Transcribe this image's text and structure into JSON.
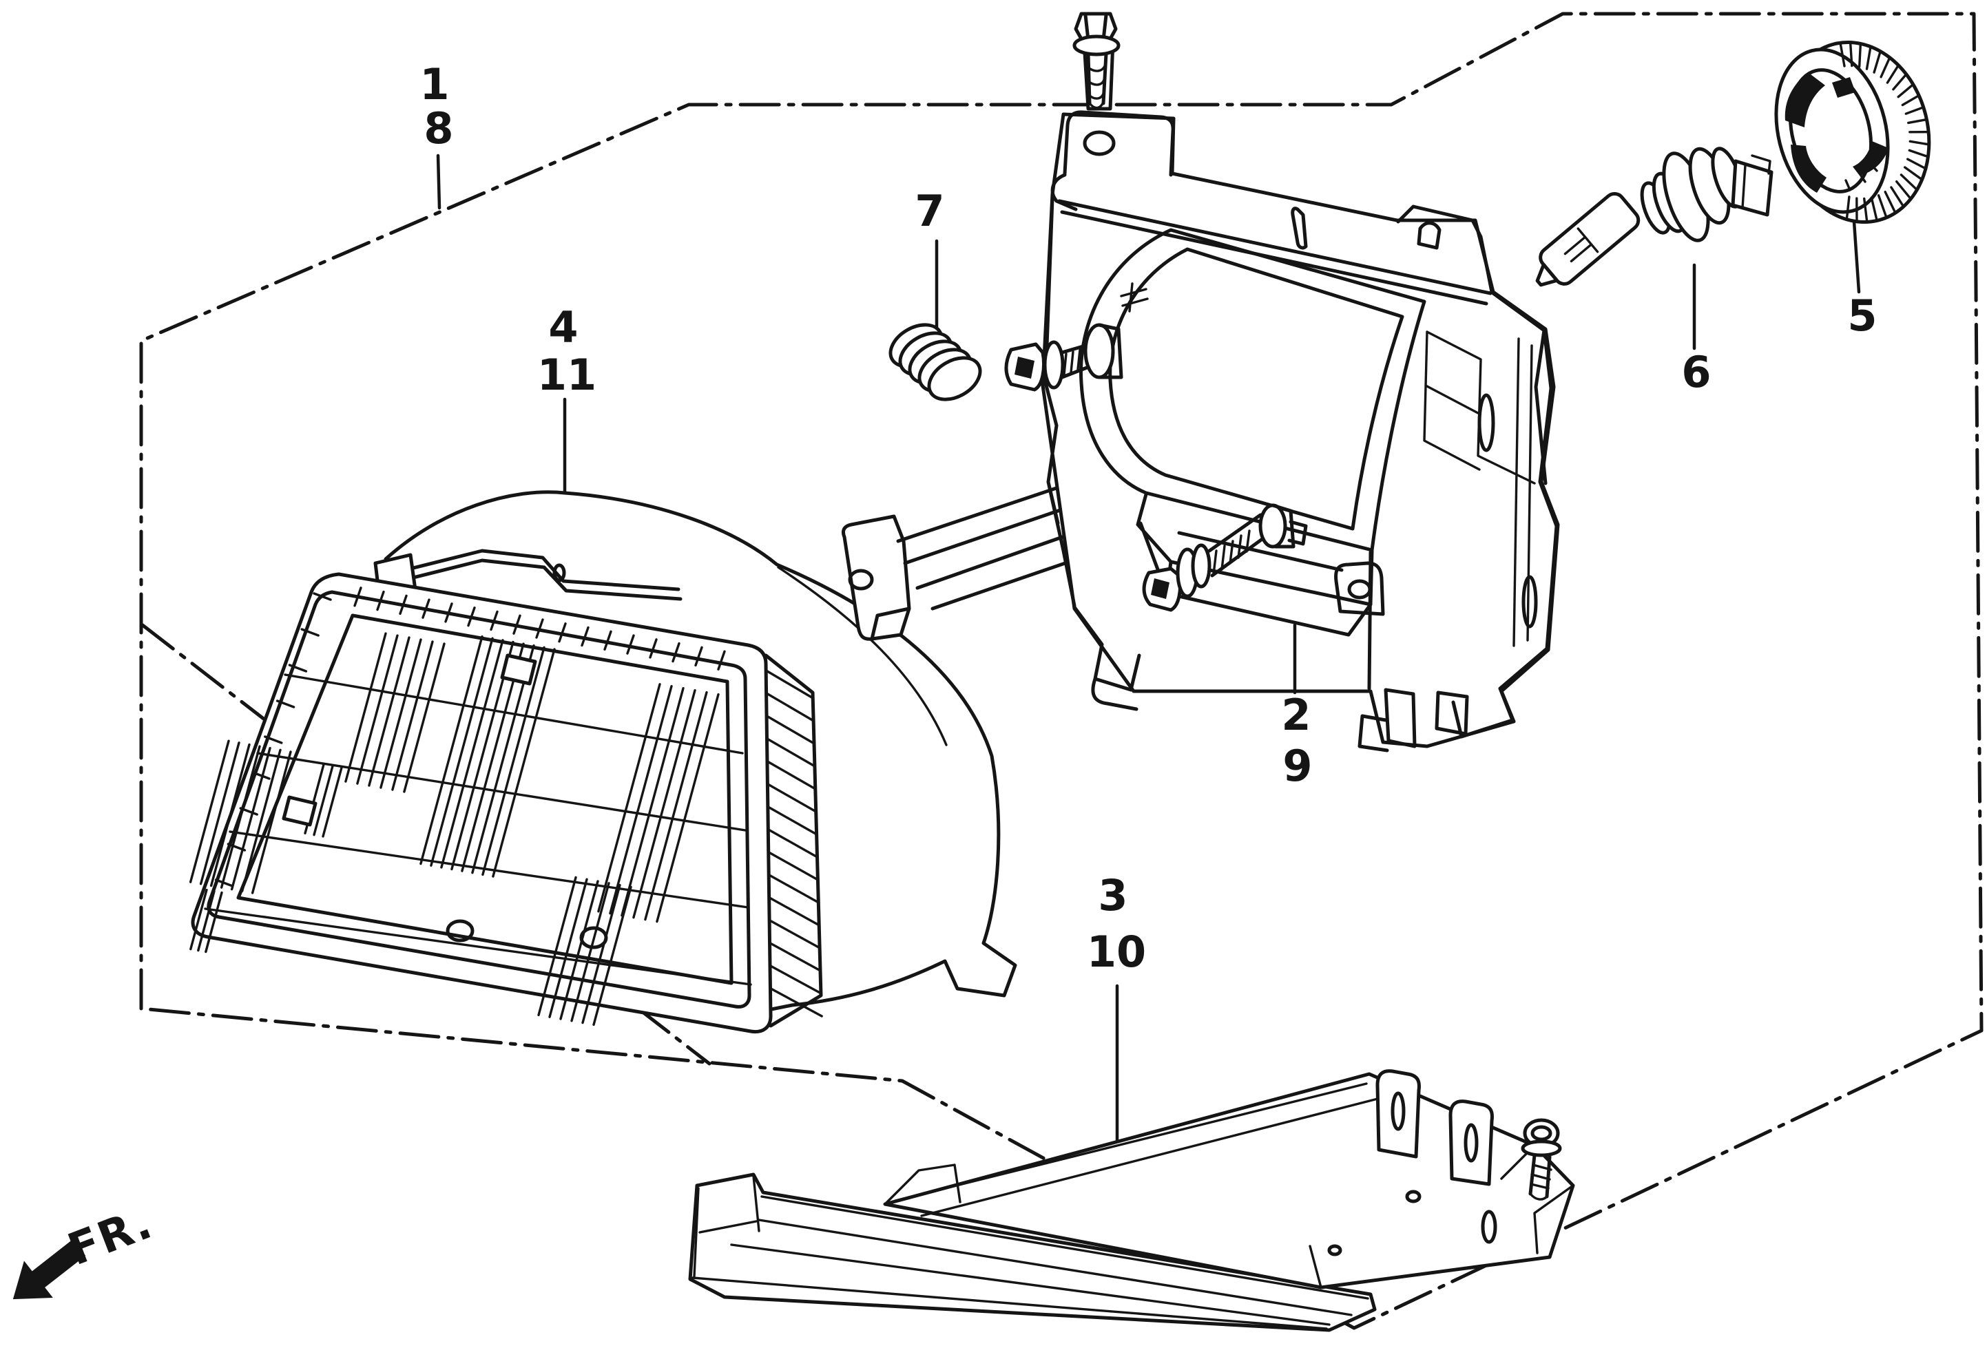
{
  "orientation": {
    "label": "FR."
  },
  "callouts": [
    {
      "id": "headlamp-assembly",
      "numbers": [
        "1",
        "8"
      ]
    },
    {
      "id": "lens-unit",
      "numbers": [
        "4",
        "11"
      ]
    },
    {
      "id": "adjusting-spring",
      "numbers": [
        "7"
      ]
    },
    {
      "id": "housing-bracket",
      "numbers": [
        "2",
        "9"
      ]
    },
    {
      "id": "garnish-bracket",
      "numbers": [
        "3",
        "10"
      ]
    },
    {
      "id": "rubber-cap",
      "numbers": [
        "5"
      ]
    },
    {
      "id": "bulb",
      "numbers": [
        "6"
      ]
    }
  ],
  "line_color": "#151515",
  "background_color": "#ffffff"
}
